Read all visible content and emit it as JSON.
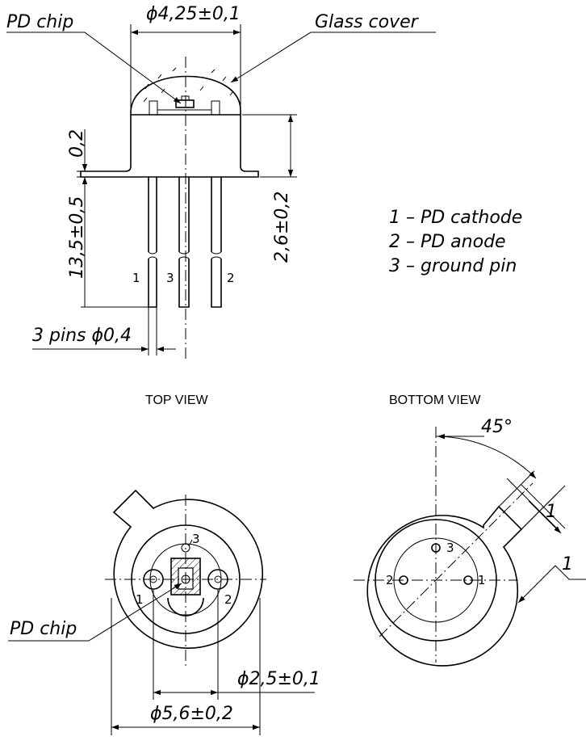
{
  "labels": {
    "pd_chip_top": "PD chip",
    "dim_cap_diameter": "ϕ4,25±0,1",
    "glass_cover": "Glass cover",
    "dim_flange": "0,2",
    "dim_lead_length": "13,5±0,5",
    "dim_body_height": "2,6±0,2",
    "pin_no_1": "1",
    "pin_no_3": "3",
    "pin_no_2": "2",
    "pins_diameter": "3 pins ϕ0,4",
    "legend_line_1": "1 – PD cathode",
    "legend_line_2": "2 – PD anode",
    "legend_line_3": "3 – ground pin",
    "top_view": "TOP VIEW",
    "bottom_view": "BOTTOM VIEW",
    "angle": "45°",
    "tab_dim_a": "1",
    "tab_dim_b": "1",
    "pd_chip_bottom": "PD chip",
    "dim_pin_circle": "ϕ2,5±0,1",
    "dim_base_diameter": "ϕ5,6±0,2",
    "tv_pin_1": "1",
    "tv_pin_2": "2",
    "tv_pin_3": "3",
    "bv_pin_1": "1",
    "bv_pin_2": "2",
    "bv_pin_3": "3"
  }
}
